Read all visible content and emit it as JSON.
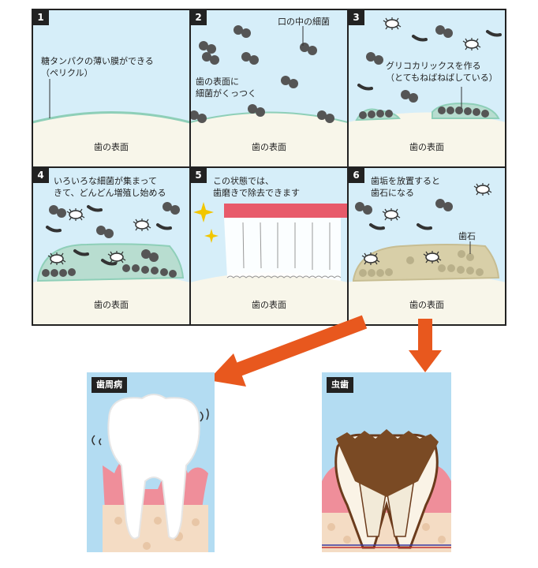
{
  "panels": [
    {
      "number": "1",
      "text": "糖タンパクの薄い膜ができる\n（ペリクル）",
      "floor": "歯の表面"
    },
    {
      "number": "2",
      "text": "歯の表面に\n細菌がくっつく",
      "extra": "口の中の細菌",
      "floor": "歯の表面"
    },
    {
      "number": "3",
      "text": "グリコカリックスを作る\n（とてもねばねばしている）",
      "floor": "歯の表面"
    },
    {
      "number": "4",
      "text": "いろいろな細菌が集まって\nきて、どんどん増殖し始める",
      "floor": "歯の表面"
    },
    {
      "number": "5",
      "text": "この状態では、\n歯磨きで除去できます",
      "floor": "歯の表面"
    },
    {
      "number": "6",
      "text": "歯垢を放置すると\n歯石になる",
      "extra": "歯石",
      "floor": "歯の表面"
    }
  ],
  "outcomes": {
    "left": {
      "label": "歯周病"
    },
    "right": {
      "label": "虫歯"
    }
  },
  "colors": {
    "sky": "#d6eef9",
    "enamel": "#f8f6ea",
    "pellicle": "#8ecfb8",
    "plaque": "#b8ddd0",
    "tartar": "#d8cfa8",
    "bacteria": "#555555",
    "arrow": "#e8581e",
    "gum": "#f08c9a",
    "toothbrush": "#e85a6a"
  }
}
